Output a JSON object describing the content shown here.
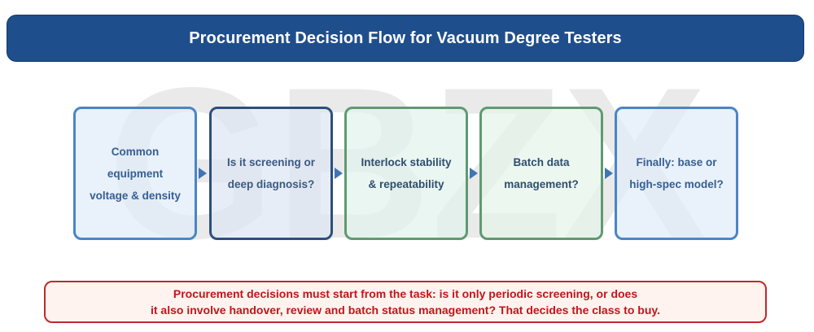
{
  "title": "Procurement Decision Flow for Vacuum Degree Testers",
  "watermark": {
    "text": "GBZX",
    "color": "#d9d9d9"
  },
  "steps": [
    {
      "label": "Common equipment\nvoltage & density"
    },
    {
      "label": "Is it screening or\ndeep diagnosis?"
    },
    {
      "label": "Interlock stability\n& repeatability"
    },
    {
      "label": "Batch data\nmanagement?"
    },
    {
      "label": "Finally: base or\nhigh-spec model?"
    }
  ],
  "note": "Procurement decisions must start from the task: is it only periodic screening, or does\nit also involve handover, review and batch status management? That decides the class to buy.",
  "colors": {
    "title_bg": "#1f4e8c",
    "blue_border": "#4a86c4",
    "navy_border": "#2c4f7e",
    "green_border": "#5f9a72",
    "arrow": "#3f74b6",
    "note_border": "#c0282d",
    "note_text": "#c0151b"
  }
}
